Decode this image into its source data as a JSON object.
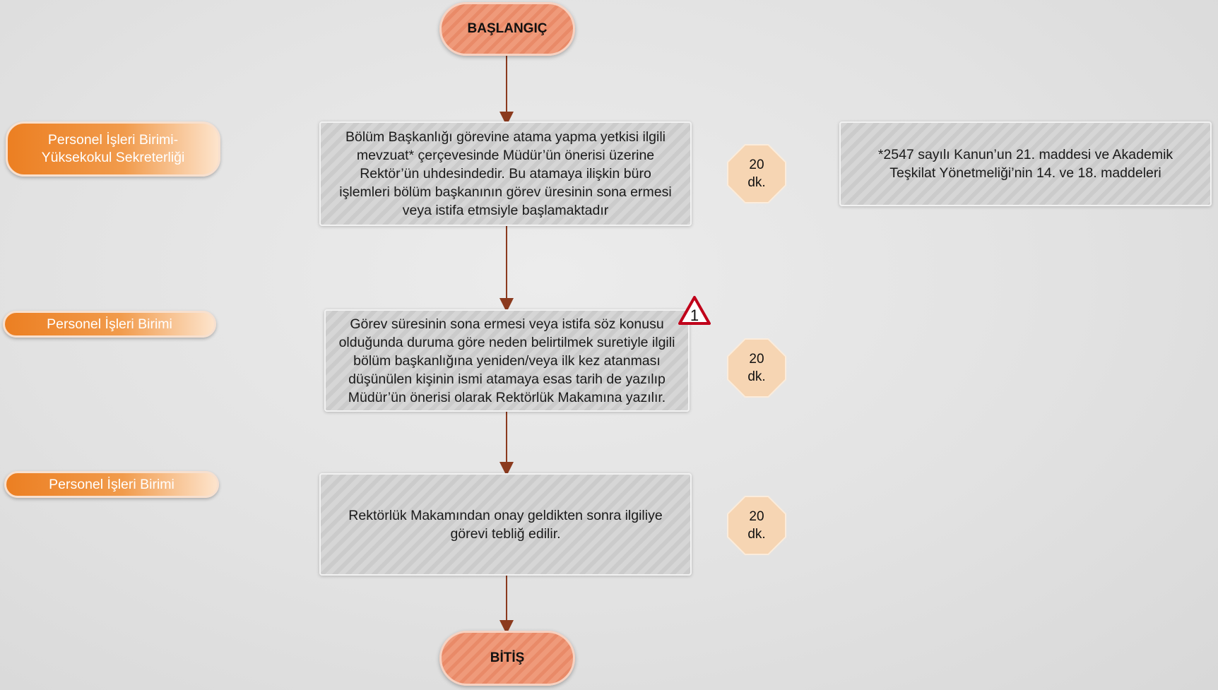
{
  "start": {
    "label": "BAŞLANGIÇ"
  },
  "end": {
    "label": "BİTİŞ"
  },
  "roles": [
    {
      "line1": "Personel İşleri Birimi-",
      "line2": "Yüksekokul Sekreterliği"
    },
    {
      "line1": "Personel İşleri Birimi"
    },
    {
      "line1": "Personel İşleri Birimi"
    }
  ],
  "steps": [
    {
      "text": "Bölüm Başkanlığı görevine atama yapma yetkisi ilgili mevzuat* çerçevesinde Müdür’ün önerisi üzerine Rektör’ün uhdesindedir. Bu atamaya ilişkin büro işlemleri bölüm başkanının görev üresinin sona ermesi veya istifa etmsiyle başlamaktadır"
    },
    {
      "text": "Görev süresinin sona ermesi veya istifa söz konusu olduğunda duruma göre neden belirtilmek suretiyle ilgili bölüm başkanlığına yeniden/veya ilk kez atanması düşünülen kişinin ismi atamaya esas tarih de yazılıp Müdür’ün önerisi olarak Rektörlük Makamına yazılır."
    },
    {
      "text": "Rektörlük Makamından onay geldikten sonra  ilgiliye görevi tebliğ edilir."
    }
  ],
  "durations": [
    {
      "value": "20",
      "unit": "dk."
    },
    {
      "value": "20",
      "unit": "dk."
    },
    {
      "value": "20",
      "unit": "dk."
    }
  ],
  "note": {
    "text": "*2547 sayılı Kanun’un 21. maddesi ve Akademik Teşkilat Yönetmeliği’nin 14. ve 18.  maddeleri"
  },
  "warning": {
    "number": "1",
    "icon": "warning-triangle-icon"
  },
  "colors": {
    "arrow": "#8b3a1e",
    "role": "#ec7f22",
    "terminal": "#ef9a7a",
    "duration": "#f6d5b3"
  }
}
